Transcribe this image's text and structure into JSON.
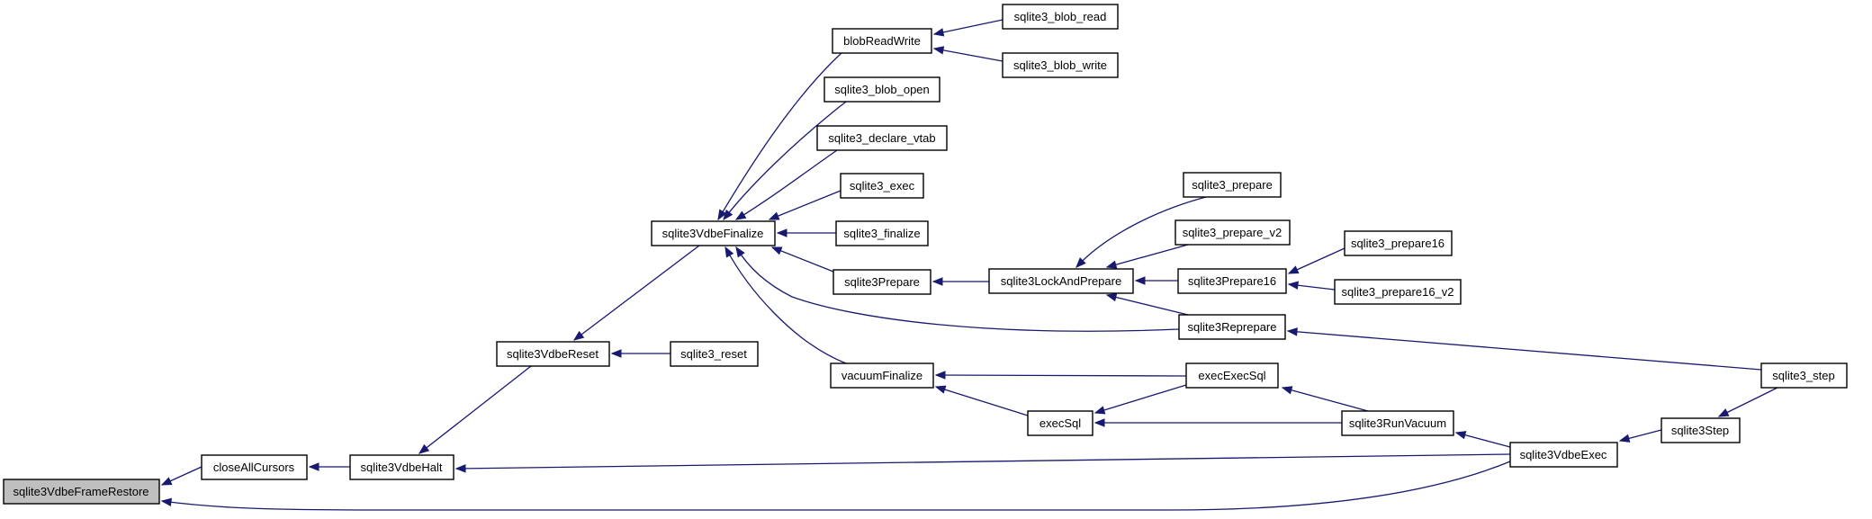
{
  "diagram": {
    "type": "call-graph",
    "colors": {
      "edge": "#191970",
      "root_fill": "#bfbfbf",
      "node_fill": "#ffffff",
      "node_stroke": "#000000"
    },
    "nodes": [
      {
        "id": "n_frame_restore",
        "label": "sqlite3VdbeFrameRestore",
        "root": true
      },
      {
        "id": "n_close_all_cursors",
        "label": "closeAllCursors"
      },
      {
        "id": "n_vdbe_halt",
        "label": "sqlite3VdbeHalt"
      },
      {
        "id": "n_vdbe_reset",
        "label": "sqlite3VdbeReset"
      },
      {
        "id": "n_reset",
        "label": "sqlite3_reset"
      },
      {
        "id": "n_vdbe_finalize",
        "label": "sqlite3VdbeFinalize"
      },
      {
        "id": "n_blob_read_write",
        "label": "blobReadWrite"
      },
      {
        "id": "n_blob_read",
        "label": "sqlite3_blob_read"
      },
      {
        "id": "n_blob_write",
        "label": "sqlite3_blob_write"
      },
      {
        "id": "n_blob_open",
        "label": "sqlite3_blob_open"
      },
      {
        "id": "n_declare_vtab",
        "label": "sqlite3_declare_vtab"
      },
      {
        "id": "n_exec",
        "label": "sqlite3_exec"
      },
      {
        "id": "n_finalize",
        "label": "sqlite3_finalize"
      },
      {
        "id": "n_prepare_internal",
        "label": "sqlite3Prepare"
      },
      {
        "id": "n_lock_and_prepare",
        "label": "sqlite3LockAndPrepare"
      },
      {
        "id": "n_prepare",
        "label": "sqlite3_prepare"
      },
      {
        "id": "n_prepare_v2",
        "label": "sqlite3_prepare_v2"
      },
      {
        "id": "n_prepare16_internal",
        "label": "sqlite3Prepare16"
      },
      {
        "id": "n_prepare16",
        "label": "sqlite3_prepare16"
      },
      {
        "id": "n_prepare16_v2",
        "label": "sqlite3_prepare16_v2"
      },
      {
        "id": "n_reprepare",
        "label": "sqlite3Reprepare"
      },
      {
        "id": "n_step",
        "label": "sqlite3_step"
      },
      {
        "id": "n_vacuum_finalize",
        "label": "vacuumFinalize"
      },
      {
        "id": "n_exec_exec_sql",
        "label": "execExecSql"
      },
      {
        "id": "n_exec_sql",
        "label": "execSql"
      },
      {
        "id": "n_run_vacuum",
        "label": "sqlite3RunVacuum"
      },
      {
        "id": "n_vdbe_exec",
        "label": "sqlite3VdbeExec"
      },
      {
        "id": "n_step_internal",
        "label": "sqlite3Step"
      }
    ],
    "edges": [
      {
        "from": "n_close_all_cursors",
        "to": "n_frame_restore"
      },
      {
        "from": "n_vdbe_exec",
        "to": "n_frame_restore"
      },
      {
        "from": "n_vdbe_halt",
        "to": "n_close_all_cursors"
      },
      {
        "from": "n_vdbe_reset",
        "to": "n_vdbe_halt"
      },
      {
        "from": "n_vdbe_exec",
        "to": "n_vdbe_halt"
      },
      {
        "from": "n_vdbe_finalize",
        "to": "n_vdbe_reset"
      },
      {
        "from": "n_reset",
        "to": "n_vdbe_reset"
      },
      {
        "from": "n_blob_read_write",
        "to": "n_vdbe_finalize"
      },
      {
        "from": "n_blob_open",
        "to": "n_vdbe_finalize"
      },
      {
        "from": "n_declare_vtab",
        "to": "n_vdbe_finalize"
      },
      {
        "from": "n_exec",
        "to": "n_vdbe_finalize"
      },
      {
        "from": "n_finalize",
        "to": "n_vdbe_finalize"
      },
      {
        "from": "n_prepare_internal",
        "to": "n_vdbe_finalize"
      },
      {
        "from": "n_reprepare",
        "to": "n_vdbe_finalize"
      },
      {
        "from": "n_vacuum_finalize",
        "to": "n_vdbe_finalize"
      },
      {
        "from": "n_blob_read",
        "to": "n_blob_read_write"
      },
      {
        "from": "n_blob_write",
        "to": "n_blob_read_write"
      },
      {
        "from": "n_lock_and_prepare",
        "to": "n_prepare_internal"
      },
      {
        "from": "n_prepare",
        "to": "n_lock_and_prepare"
      },
      {
        "from": "n_prepare_v2",
        "to": "n_lock_and_prepare"
      },
      {
        "from": "n_prepare16_internal",
        "to": "n_lock_and_prepare"
      },
      {
        "from": "n_reprepare",
        "to": "n_lock_and_prepare"
      },
      {
        "from": "n_prepare16",
        "to": "n_prepare16_internal"
      },
      {
        "from": "n_prepare16_v2",
        "to": "n_prepare16_internal"
      },
      {
        "from": "n_step",
        "to": "n_reprepare"
      },
      {
        "from": "n_exec_exec_sql",
        "to": "n_vacuum_finalize"
      },
      {
        "from": "n_exec_sql",
        "to": "n_vacuum_finalize"
      },
      {
        "from": "n_run_vacuum",
        "to": "n_exec_exec_sql"
      },
      {
        "from": "n_run_vacuum",
        "to": "n_exec_sql"
      },
      {
        "from": "n_exec_exec_sql",
        "to": "n_exec_sql"
      },
      {
        "from": "n_vdbe_exec",
        "to": "n_run_vacuum"
      },
      {
        "from": "n_step_internal",
        "to": "n_vdbe_exec"
      },
      {
        "from": "n_step",
        "to": "n_step_internal"
      }
    ]
  }
}
